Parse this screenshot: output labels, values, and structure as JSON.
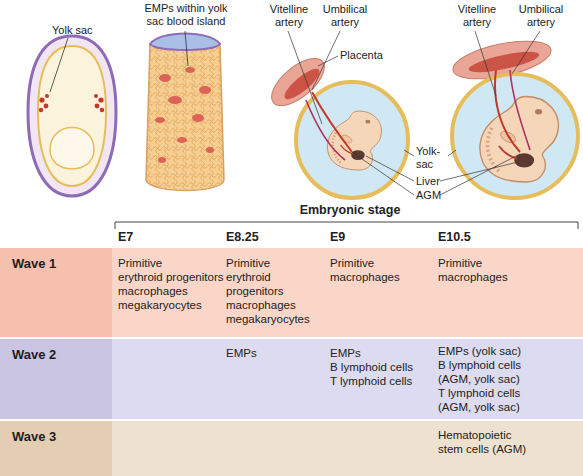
{
  "diagram": {
    "nodes": [
      {
        "text": [
          "Wave 1"
        ]
      },
      {
        "text": [
          "Wave 2"
        ]
      },
      {
        "text": [
          "Wave 3"
        ]
      }
    ],
    "labels": [
      "Yolk sac",
      "EMPs within yolk sac blood island",
      "Vitelline artery",
      "Umbilical artery",
      "Placenta",
      "Vitelline artery",
      "Umbilical artery",
      "Yolk- sac",
      "Liver",
      "AGM",
      "Embryonic stage",
      "E7",
      "E8.25",
      "E9",
      "E10.5",
      "Primitive",
      "erythroid progenitors",
      "macrophages",
      "megakaryocytes",
      "Primitive",
      "erythroid progenitors",
      "macrophages",
      "megakaryocytes",
      "Primitive macrophages",
      "Primitive macrophages",
      "EMPs",
      "EMPs",
      "B lymphoid cells",
      "T lymphoid cells",
      "EMPs (yolk sac)",
      "B lymphoid cells (AGM, yolk sac)",
      "T lymphoid cells (AGM, yolk sac)",
      "Hematopoietic stem cells (AGM)"
    ]
  }
}
